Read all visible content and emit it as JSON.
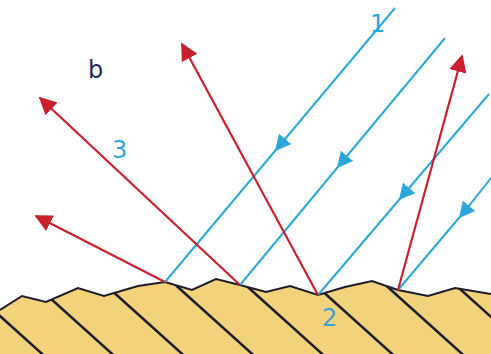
{
  "diagram": {
    "labels": [
      "b",
      "1",
      "3",
      "2"
    ]
  }
}
